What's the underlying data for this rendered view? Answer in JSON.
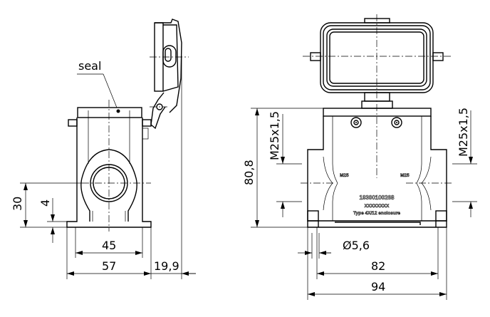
{
  "side_view": {
    "seal_label": "seal",
    "dim_30": "30",
    "dim_4": "4",
    "dim_45": "45",
    "dim_57": "57",
    "dim_19_9": "19,9"
  },
  "front_view": {
    "dim_80_8": "80,8",
    "thread_left": "M25x1,5",
    "thread_right": "M25x1,5",
    "port_left_mark": "M25",
    "port_right_mark": "M25",
    "part_number": "19300100268",
    "serial": "XXXXXXXX",
    "enclosure_type": "Type 4X/12 enclosure",
    "dim_hole": "Ø5,6",
    "dim_82": "82",
    "dim_94": "94"
  }
}
